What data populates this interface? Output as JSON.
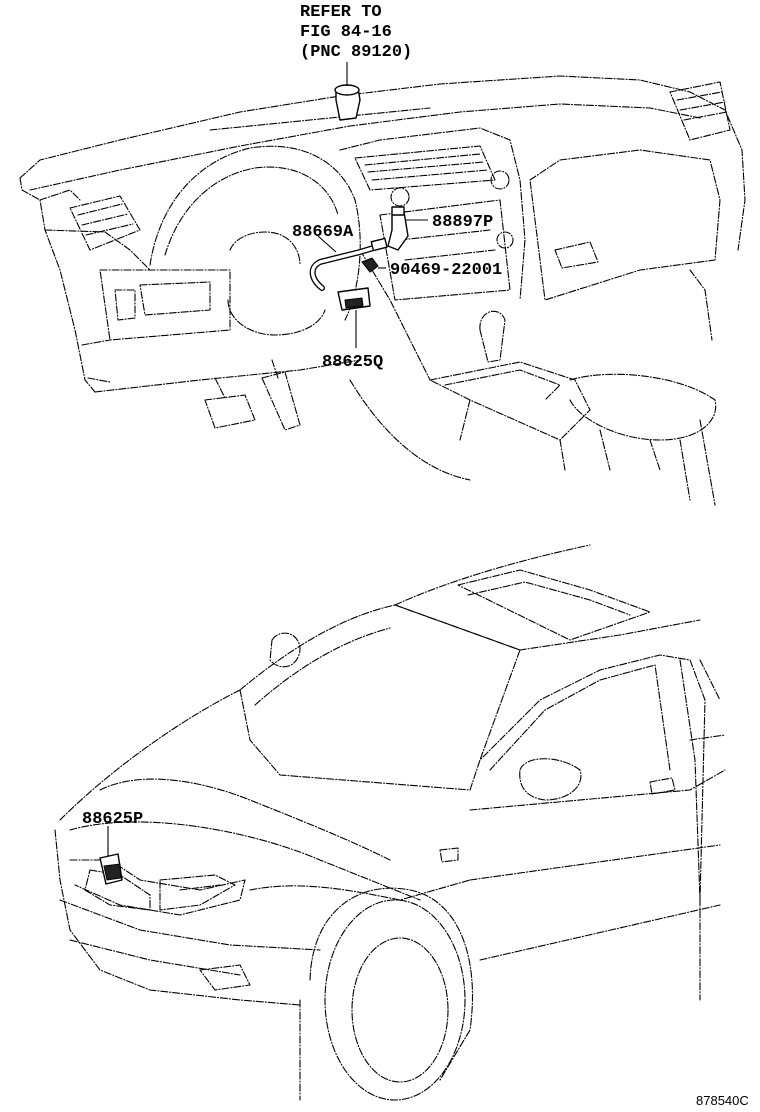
{
  "callouts": {
    "refer_line1": "REFER TO",
    "refer_line2": "FIG 84-16",
    "refer_line3": "(PNC 89120)",
    "p88669a": "88669A",
    "p88897p": "88897P",
    "p90469": "90469-22001",
    "p88625q": "88625Q",
    "p88625p": "88625P"
  },
  "footer": {
    "code": "878540C"
  },
  "colors": {
    "ink": "#000000",
    "paper": "#ffffff"
  }
}
